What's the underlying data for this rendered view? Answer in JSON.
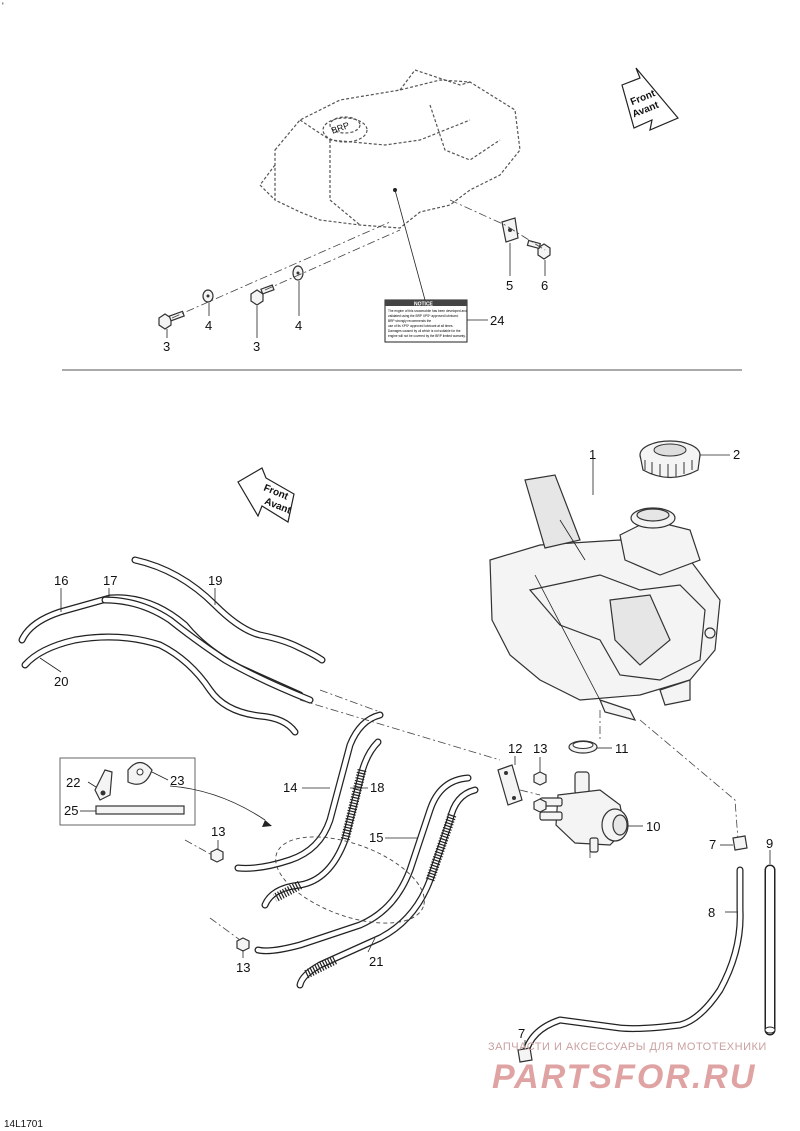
{
  "diagram_code": "14L1701",
  "direction_arrows": [
    {
      "line1": "Front",
      "line2": "Avant"
    },
    {
      "line1": "Front",
      "line2": "Avant"
    }
  ],
  "callouts": {
    "c1": "1",
    "c2": "2",
    "c3a": "3",
    "c3b": "3",
    "c4a": "4",
    "c4b": "4",
    "c5": "5",
    "c6": "6",
    "c7a": "7",
    "c7b": "7",
    "c8": "8",
    "c9": "9",
    "c10": "10",
    "c11": "11",
    "c12": "12",
    "c13a": "13",
    "c13b": "13",
    "c13c": "13",
    "c14": "14",
    "c15": "15",
    "c16": "16",
    "c17": "17",
    "c18": "18",
    "c19": "19",
    "c20": "20",
    "c21": "21",
    "c22": "22",
    "c23": "23",
    "c24": "24",
    "c25": "25"
  },
  "notice_label": {
    "title": "NOTICE",
    "line1": "The engine of this snowmobile has been developed and",
    "line2": "validated using the BRP XPS* approved lubricant.",
    "line3": "BRP strongly recommends the",
    "line4": "use of its XPS* approved lubricant at all times.",
    "line5": "Damages caused by oil which is not suitable for the",
    "line6": "engine will not be covered by the BRP limited warranty."
  },
  "tank_lettering": "BRP",
  "watermark": {
    "line1": "ЗАПЧАСТИ И АКСЕССУАРЫ ДЛЯ МОТОТЕХНИКИ",
    "line2": "PARTSFOR.RU"
  },
  "colors": {
    "line": "#222222",
    "watermark": "#e0a3a3"
  }
}
